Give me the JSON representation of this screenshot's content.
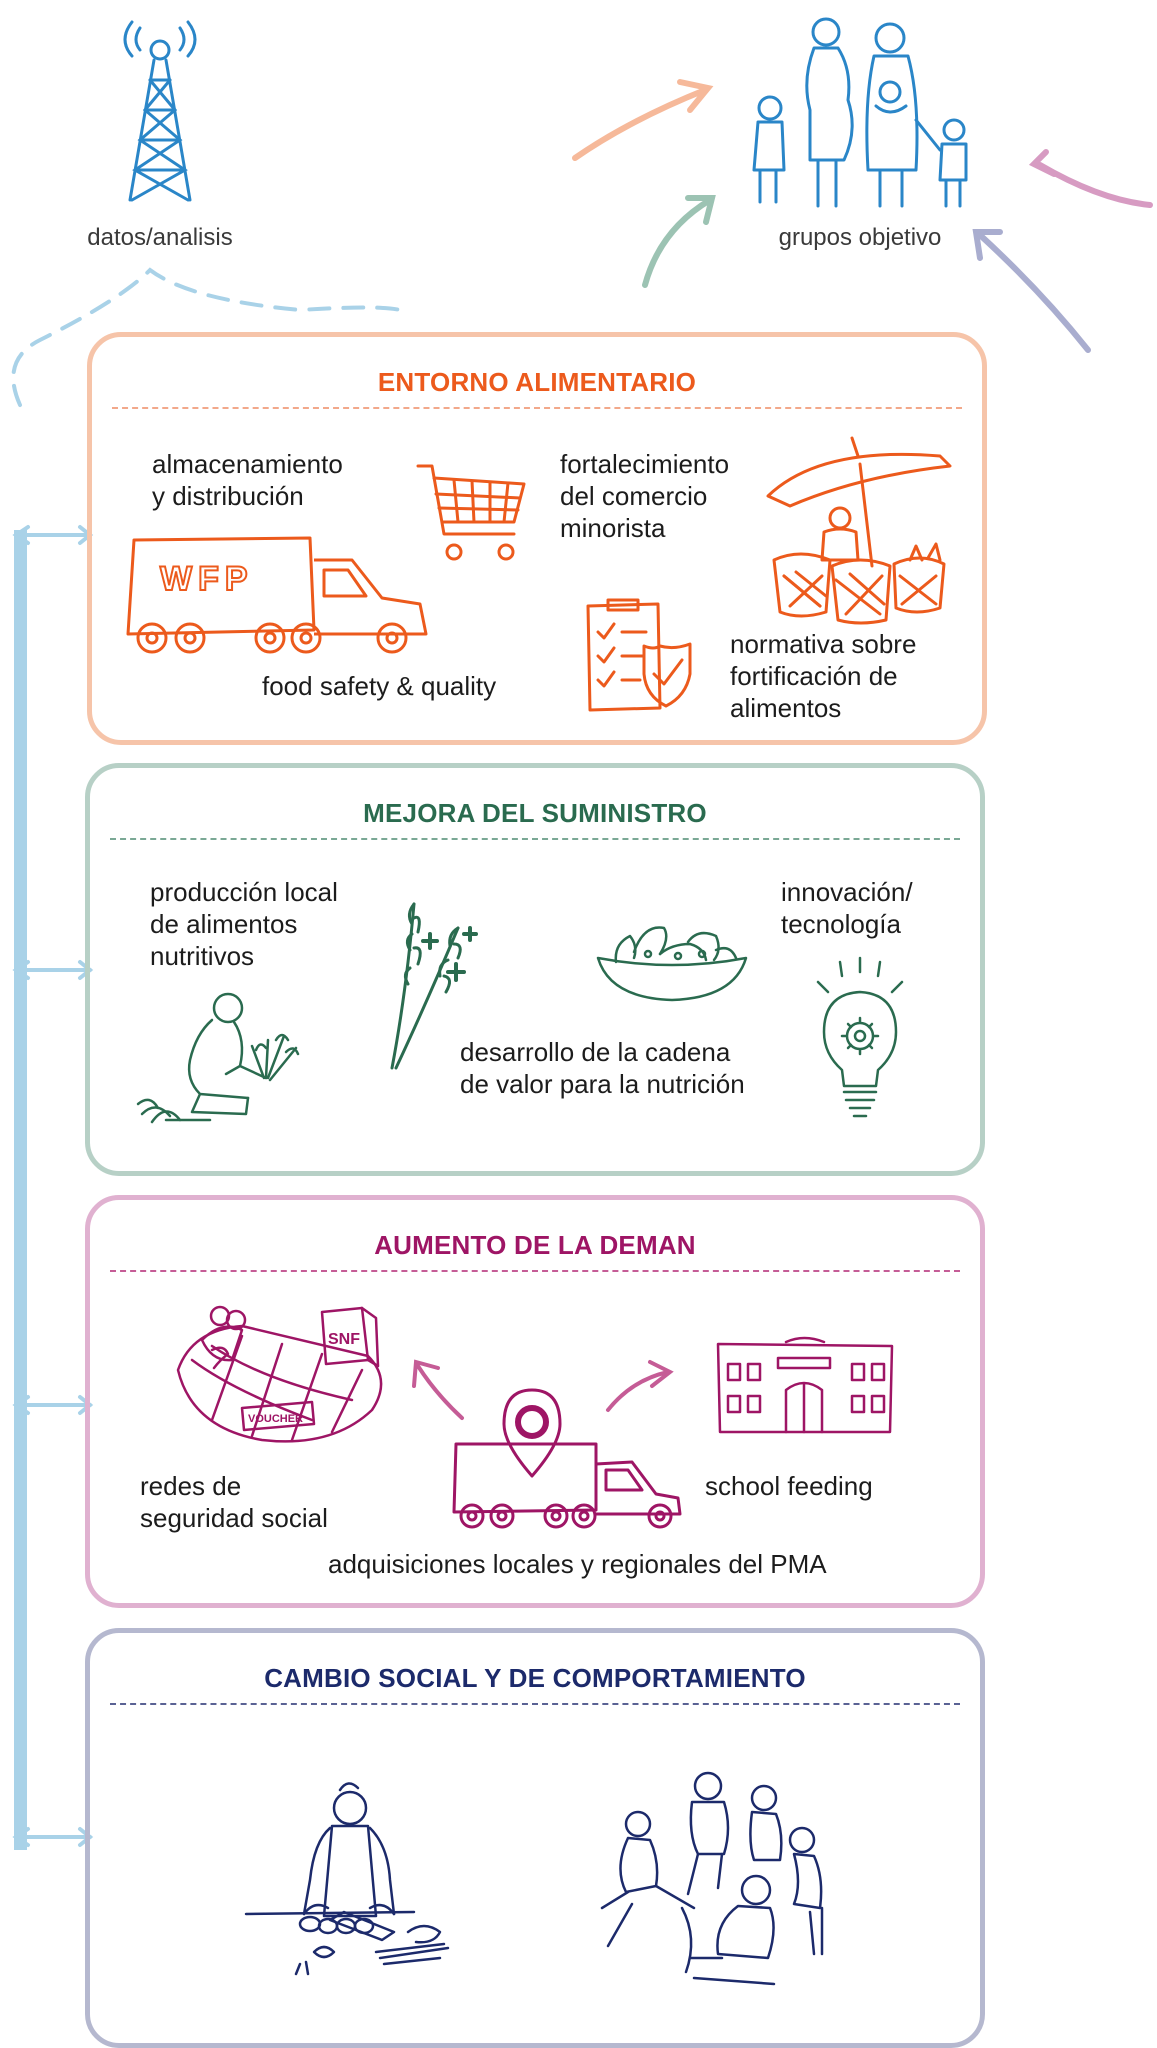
{
  "top": {
    "data_label": "datos/analisis",
    "groups_label": "grupos objetivo"
  },
  "colors": {
    "orange": "#ec5a1c",
    "orange_border": "#f6c4a9",
    "green": "#2a6b4f",
    "green_border": "#b7d0c6",
    "magenta": "#9e1565",
    "magenta_border": "#e0b1d0",
    "navy": "#1c2a6b",
    "navy_border": "#b5b8cf",
    "blue": "#2a86c8",
    "light_blue": "#a9d2e8"
  },
  "panels": {
    "entorno": {
      "title": "ENTORNO ALIMENTARIO",
      "storage": "almacenamiento\ny distribución",
      "retail": "fortalecimiento\ndel comercio\nminorista",
      "safety": "food safety & quality",
      "fortification": "normativa sobre\nfortificación de\nalimentos",
      "truck_text": "WFP"
    },
    "suministro": {
      "title": "MEJORA DEL SUMINISTRO",
      "local": "producción local\nde alimentos\nnutritivos",
      "innovation": "innovación/\ntecnología",
      "value_chain": "desarrollo de la cadena\nde valor para la nutrición"
    },
    "demanda": {
      "title": "AUMENTO DE LA DEMAN",
      "safety_nets": "redes de\nseguridad social",
      "school": "school feeding",
      "procurement": "adquisiciones locales y regionales del PMA",
      "snf": "SNF",
      "voucher": "VOUCHER"
    },
    "cambio": {
      "title": "CAMBIO SOCIAL Y DE COMPORTAMIENTO"
    }
  }
}
